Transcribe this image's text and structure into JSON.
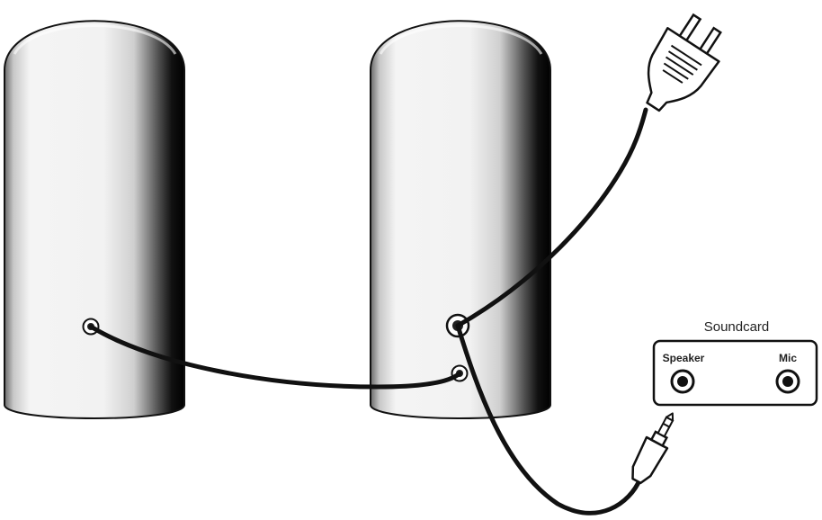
{
  "soundcard": {
    "title": "Soundcard",
    "ports": [
      {
        "label": "Speaker"
      },
      {
        "label": "Mic"
      }
    ]
  },
  "colors": {
    "line": "#111111",
    "background": "#ffffff",
    "speaker_light": "#f4f4f4",
    "speaker_dark": "#000000"
  },
  "icons": [
    "left-speaker",
    "right-speaker",
    "power-plug-icon",
    "audio-jack-plug-icon"
  ]
}
